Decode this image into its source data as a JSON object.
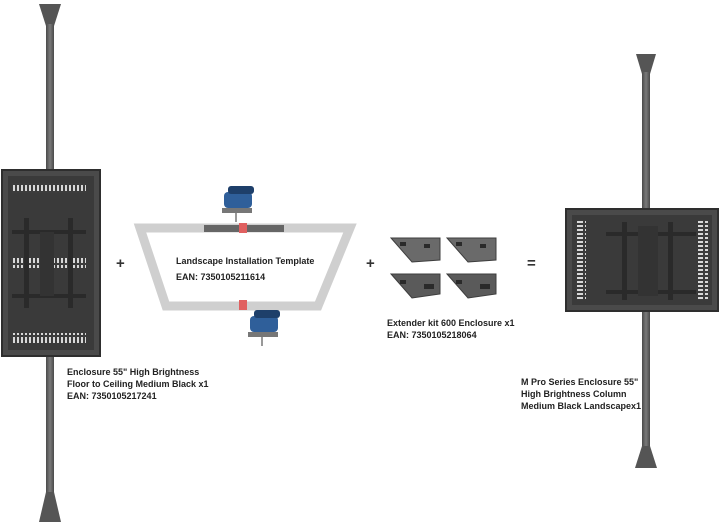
{
  "items": {
    "enclosure": {
      "line1": "Enclosure 55\" High Brightness",
      "line2": "Floor to Ceiling Medium Black x1",
      "ean": "EAN: 7350105217241"
    },
    "template": {
      "title": "Landscape Installation Template",
      "ean": "EAN: 7350105211614"
    },
    "extender": {
      "title": "Extender kit 600 Enclosure x1",
      "ean": "EAN: 7350105218064"
    },
    "result": {
      "line1": "M Pro Series Enclosure 55\"",
      "line2": "High Brightness Column",
      "line3": "Medium Black Landscapex1"
    }
  },
  "operators": {
    "plus": "+",
    "equals": "="
  },
  "icons": [
    "jigsaw-icon"
  ],
  "colors": {
    "pole": "#5a5a5a",
    "enclosure": "#4a4a4a",
    "frame": "#c8c8c8",
    "jigsaw_blue": "#2f5f9a",
    "marker": "#e06060"
  }
}
